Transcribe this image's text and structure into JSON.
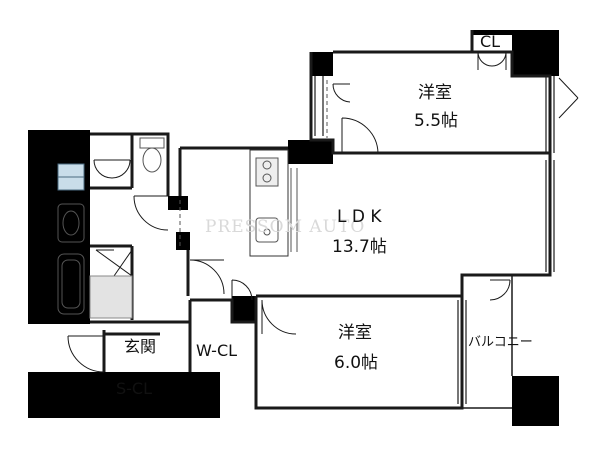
{
  "rooms": {
    "western_room_a": {
      "name": "洋室",
      "size": "5.5帖"
    },
    "ldk": {
      "name": "L D K",
      "size": "13.7帖"
    },
    "western_room_b": {
      "name": "洋室",
      "size": "6.0帖"
    }
  },
  "labels": {
    "closet": "CL",
    "walk_in_closet": "W-CL",
    "entrance": "玄関",
    "shoe_closet": "S-CL",
    "balcony": "バルコニー"
  },
  "watermark": "PRESSOM AUTO",
  "colors": {
    "wall": "#000000",
    "line": "#1a1a1a",
    "fixture": "#555555",
    "bath_fill": "#e3e3e3",
    "sink_fill": "#c9dde9",
    "watermark": "#d9d9d9"
  }
}
